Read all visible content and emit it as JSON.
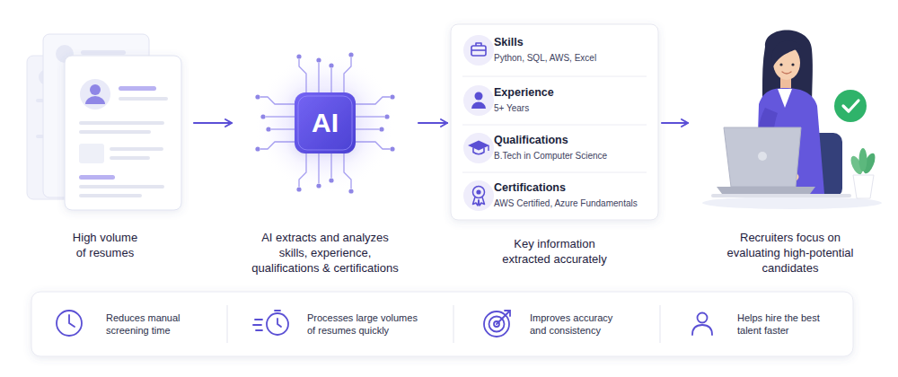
{
  "diagram": {
    "nodes": [
      {
        "text": [
          "High volume of resumes"
        ]
      },
      {
        "text": [
          "AI",
          "AI extracts and analyzes skills, experience, qualifications & certifications"
        ]
      },
      {
        "text": [
          "Key information extracted accurately"
        ]
      },
      {
        "text": [
          "Skills",
          "Python, SQL, AWS, Excel"
        ],
        "in": 2
      },
      {
        "text": [
          "Experience",
          "5+ Years"
        ],
        "in": 2
      },
      {
        "text": [
          "Qualifications",
          "B.Tech in Computer Science"
        ],
        "in": 2
      },
      {
        "text": [
          "Certifications",
          "AWS Certified, Azure Fundamentals"
        ],
        "in": 2
      },
      {
        "text": [
          "Recruiters focus on evaluating high-potential candidates"
        ]
      },
      {
        "text": [
          "Reduces manual screening time",
          "Processes large volumes of resumes quickly",
          "Improves accuracy and consistency",
          "Helps hire the best talent faster"
        ]
      }
    ],
    "edges": [
      {
        "from": 0,
        "to": 1,
        "arrow": "to"
      },
      {
        "from": 1,
        "to": 2,
        "arrow": "to"
      },
      {
        "from": 2,
        "to": 7,
        "arrow": "to"
      }
    ]
  }
}
